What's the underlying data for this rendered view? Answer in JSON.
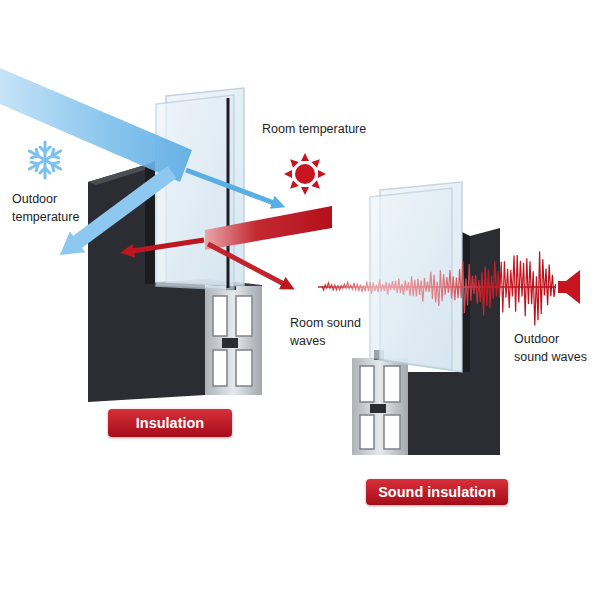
{
  "diagram": {
    "nodes": [
      {
        "text": [
          "Insulation"
        ]
      },
      {
        "text": [
          "Sound insulation"
        ]
      }
    ],
    "labels": [
      "Room temperature",
      "Outdoor temperature",
      "Room sound waves",
      "Outdoor sound waves"
    ]
  }
}
